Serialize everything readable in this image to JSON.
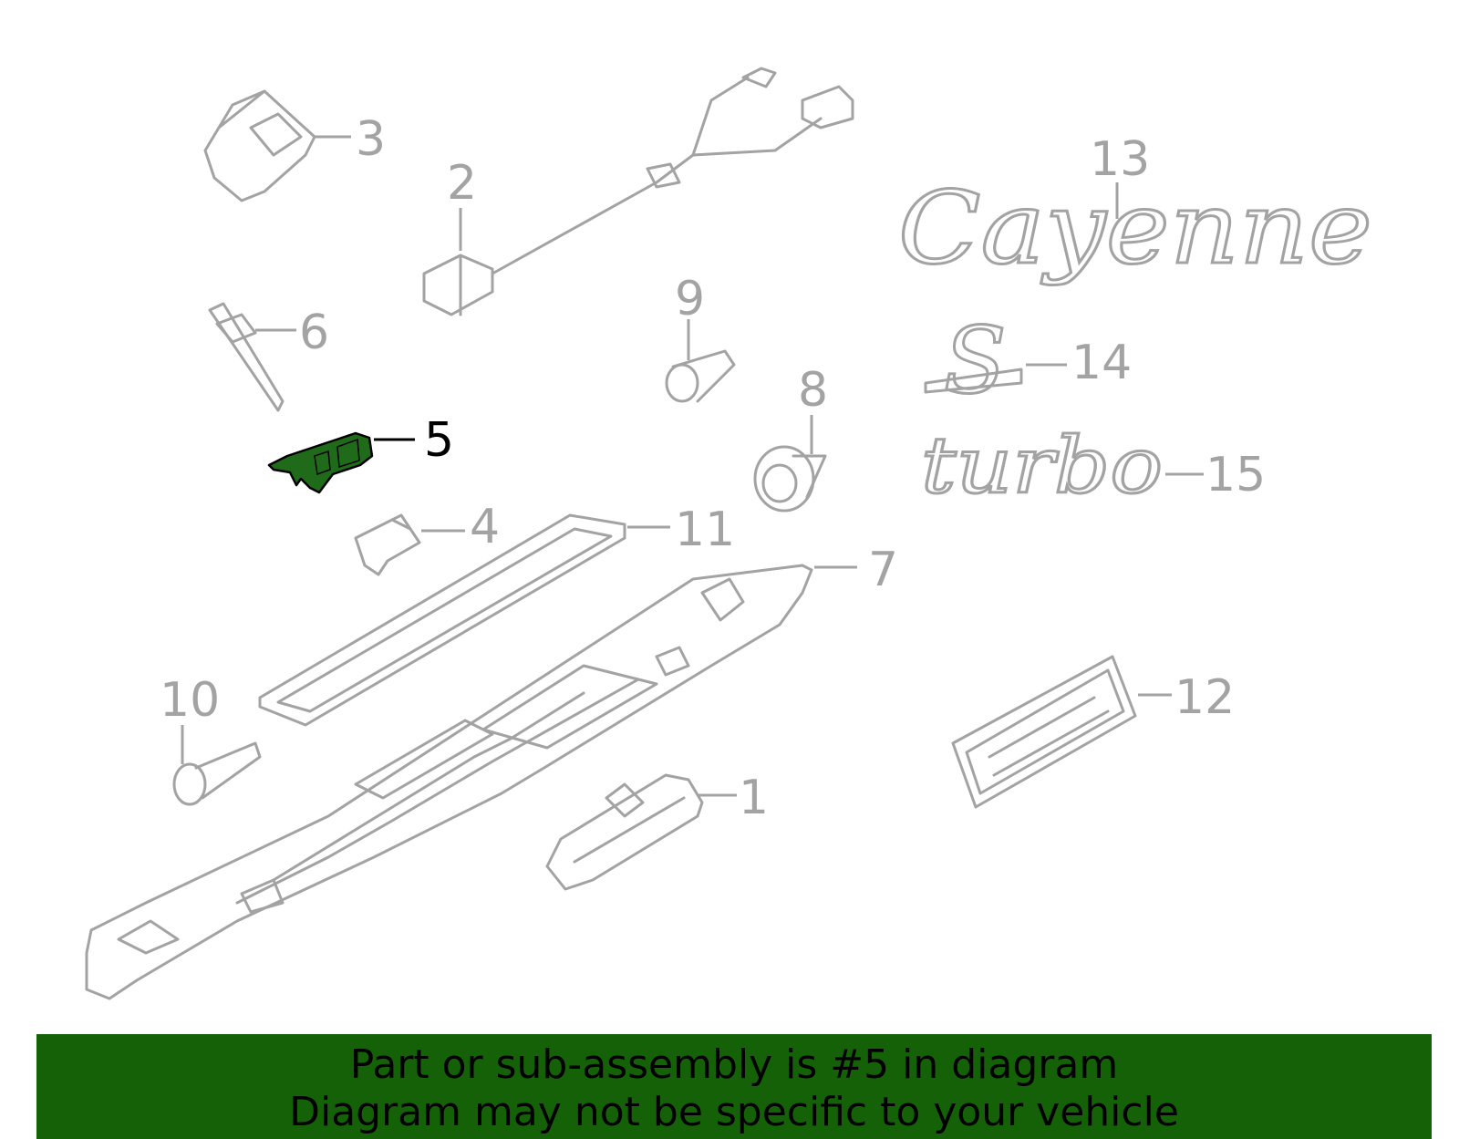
{
  "diagram": {
    "callouts": [
      {
        "id": "1",
        "label": "1"
      },
      {
        "id": "2",
        "label": "2"
      },
      {
        "id": "3",
        "label": "3"
      },
      {
        "id": "4",
        "label": "4"
      },
      {
        "id": "5",
        "label": "5"
      },
      {
        "id": "6",
        "label": "6"
      },
      {
        "id": "7",
        "label": "7"
      },
      {
        "id": "8",
        "label": "8"
      },
      {
        "id": "9",
        "label": "9"
      },
      {
        "id": "10",
        "label": "10"
      },
      {
        "id": "11",
        "label": "11"
      },
      {
        "id": "12",
        "label": "12"
      },
      {
        "id": "13",
        "label": "13"
      },
      {
        "id": "14",
        "label": "14"
      },
      {
        "id": "15",
        "label": "15"
      }
    ],
    "highlighted_part": "5",
    "badges": {
      "cayenne": "Cayenne",
      "s": "S",
      "turbo": "turbo"
    },
    "colors": {
      "part_outline": "#a3a3a3",
      "highlight_fill": "#1f6b1a",
      "banner_background": "#156107"
    }
  },
  "banner": {
    "line1": "Part or sub-assembly is #5 in diagram",
    "line2": "Diagram may not be specific to your vehicle"
  }
}
